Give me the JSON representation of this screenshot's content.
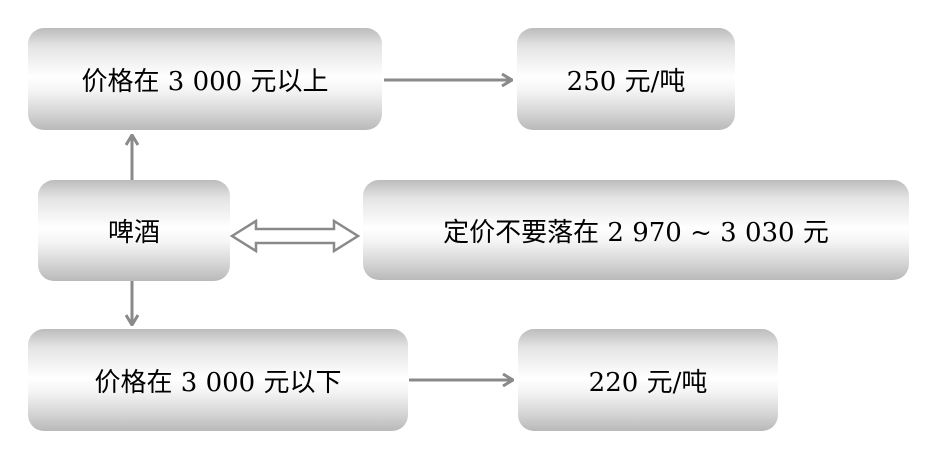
{
  "nodes": {
    "price_above": "价格在 3 000 元以上",
    "rate_above": "250 元/吨",
    "beer": "啤酒",
    "pricing_rule": "定价不要落在 2 970 ~ 3 030 元",
    "price_below": "价格在 3 000 元以下",
    "rate_below": "220 元/吨"
  },
  "colors": {
    "arrow": "#8a8a8a",
    "box_light": "#ffffff",
    "box_dark": "#b9b9b9"
  }
}
